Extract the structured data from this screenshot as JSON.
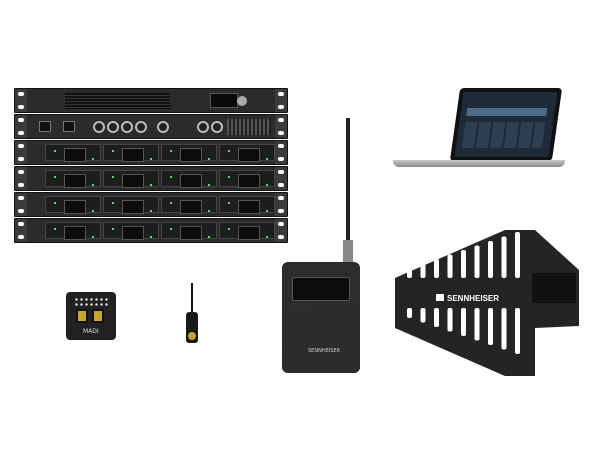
{
  "scene": {
    "products": [
      {
        "name": "rack-receiver"
      },
      {
        "name": "rack-interface"
      },
      {
        "name": "charger-units",
        "count": 4
      },
      {
        "name": "laptop"
      },
      {
        "name": "bodypack-receiver",
        "brand_text": "SENNHEISER"
      },
      {
        "name": "directional-antenna",
        "brand_text": "SENNHEISER"
      },
      {
        "name": "lavalier-microphone"
      },
      {
        "name": "madi-card",
        "label": "MADI"
      }
    ],
    "colors": {
      "device": "#2a2b2d",
      "led": "#5fdc6a",
      "background": "#ffffff",
      "laptop_screen": "#1e2a38"
    }
  }
}
